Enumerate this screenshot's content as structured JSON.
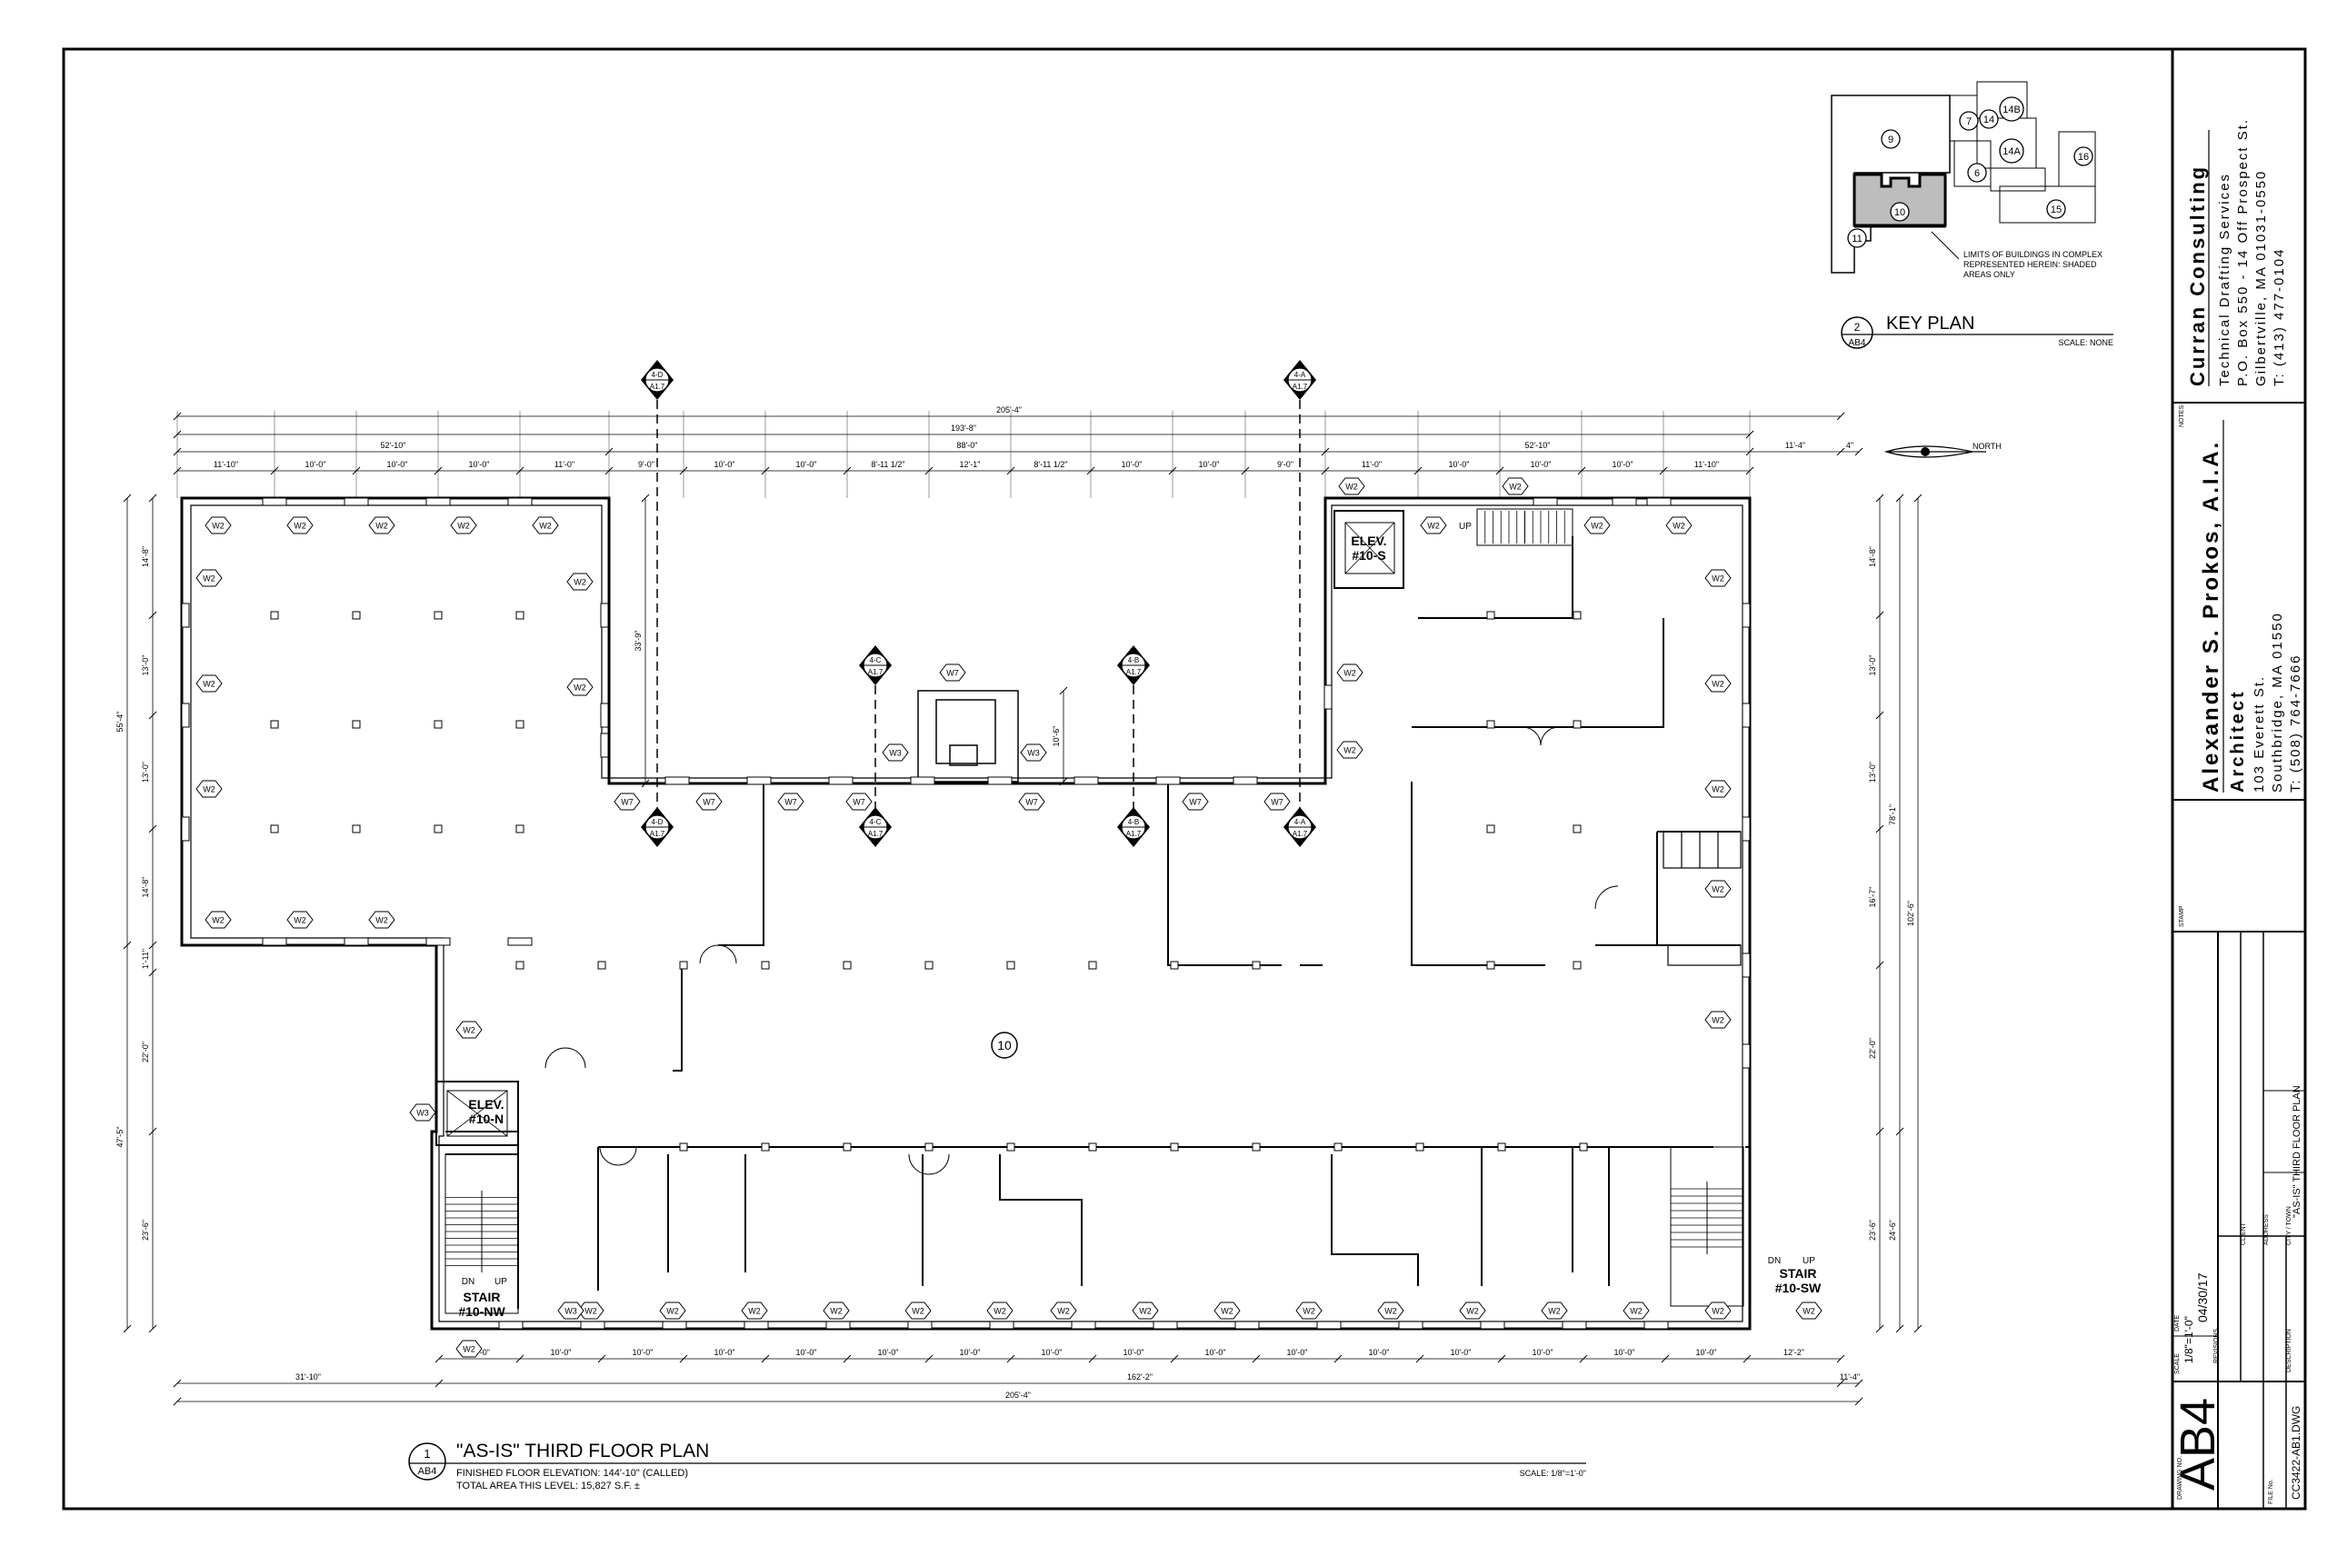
{
  "firm": {
    "name": "Curran Consulting",
    "line1": "Technical Drafting Services",
    "line2": "P.O. Box 550 - 14 Off Prospect St.",
    "line3": "Gilbertville, MA 01031-0550",
    "line4": "T: (413) 477-0104"
  },
  "architect": {
    "name": "Alexander S. Prokos, A.I.A.",
    "title": "Architect",
    "line1": "103 Everett St.",
    "line2": "Southbridge, MA 01550",
    "line3": "T: (508) 764-7666"
  },
  "notes_label": "NOTES",
  "stamp_label": "STAMP",
  "title_block": {
    "client_label": "CLIENT",
    "address_label": "ADDRESS",
    "city_label": "CITY / TOWN",
    "description_label": "DESCRIPTION",
    "description": "\"AS-IS\" THIRD FLOOR PLAN",
    "scale_label": "SCALE",
    "scale": "1/8\"=1'-0\"",
    "date_label": "DATE",
    "date": "04/30/17",
    "revisions_label": "REVISIONS",
    "drawing_no_label": "DRAWING NO.",
    "drawing_no": "AB4",
    "file_no_label": "FILE No.",
    "file_no": "CC3422-AB1.DWG"
  },
  "key_plan": {
    "callout_num": "2",
    "callout_sheet": "AB4",
    "title": "KEY PLAN",
    "scale": "SCALE: NONE",
    "buildings": [
      "9",
      "10",
      "11",
      "7",
      "14",
      "14B",
      "14A",
      "6",
      "16",
      "15"
    ],
    "note": [
      "LIMITS OF BUILDINGS IN COMPLEX",
      "REPRESENTED HEREIN: SHADED",
      "AREAS ONLY"
    ]
  },
  "main_plan": {
    "callout_num": "1",
    "callout_sheet": "AB4",
    "title": "\"AS-IS\" THIRD FLOOR PLAN",
    "elevation": "FINISHED FLOOR ELEVATION: 144'-10\" (CALLED)",
    "area": "TOTAL AREA THIS LEVEL: 15,827 S.F. ±",
    "scale": "SCALE: 1/8\"=1'-0\"",
    "north": "NORTH",
    "building_tag": "10",
    "labels": {
      "elev_s": [
        "ELEV.",
        "#10-S"
      ],
      "elev_n": [
        "ELEV.",
        "#10-N"
      ],
      "stair_nw": [
        "STAIR",
        "#10-NW"
      ],
      "stair_sw": [
        "STAIR",
        "#10-SW"
      ],
      "dn": "DN",
      "up": "UP"
    },
    "sections": [
      {
        "top": "4-D",
        "bottom": "A1.7"
      },
      {
        "top": "4-A",
        "bottom": "A1.7"
      },
      {
        "top": "4-C",
        "bottom": "A1.7"
      },
      {
        "top": "4-B",
        "bottom": "A1.7"
      }
    ],
    "dims_top_overall": "205'-4\"",
    "dims_top_2": "193'-8\"",
    "dims_top_3": [
      "52'-10\"",
      "88'-0\"",
      "52'-10\"",
      "11'-4\"",
      "4\""
    ],
    "dims_top_4": [
      "11'-10\"",
      "10'-0\"",
      "10'-0\"",
      "10'-0\"",
      "11'-0\"",
      "9'-0\"",
      "10'-0\"",
      "10'-0\"",
      "8'-11 1/2\"",
      "12'-1\"",
      "8'-11 1/2\"",
      "10'-0\"",
      "10'-0\"",
      "9'-0\"",
      "11'-0\"",
      "10'-0\"",
      "10'-0\"",
      "10'-0\"",
      "11'-10\""
    ],
    "dims_bottom_1": [
      "10'-0\"",
      "10'-0\"",
      "10'-0\"",
      "10'-0\"",
      "10'-0\"",
      "10'-0\"",
      "10'-0\"",
      "10'-0\"",
      "10'-0\"",
      "10'-0\"",
      "10'-0\"",
      "10'-0\"",
      "10'-0\"",
      "10'-0\"",
      "10'-0\"",
      "10'-0\"",
      "12'-2\""
    ],
    "dims_bottom_2": [
      "31'-10\"",
      "162'-2\"",
      "11'-4\""
    ],
    "dims_bottom_overall": "205'-4\"",
    "dims_left_1": [
      "14'-8\"",
      "13'-0\"",
      "13'-0\"",
      "14'-8\"",
      "1'-11\"",
      "22'-0\"",
      "23'-6\""
    ],
    "dims_left_2": [
      "55'-4\"",
      "47'-5\""
    ],
    "dims_right_1": [
      "14'-8\"",
      "13'-0\"",
      "13'-0\"",
      "16'-7\"",
      "22'-0\"",
      "23'-6\""
    ],
    "dims_right_2": [
      "78'-1\"",
      "24'-6\""
    ],
    "dims_right_3": "102'-6\"",
    "dim_courtyard": "33'-9\"",
    "dim_core": "10'-6\"",
    "window_tags": {
      "w2": "W2",
      "w3": "W3",
      "w7": "W7"
    }
  }
}
